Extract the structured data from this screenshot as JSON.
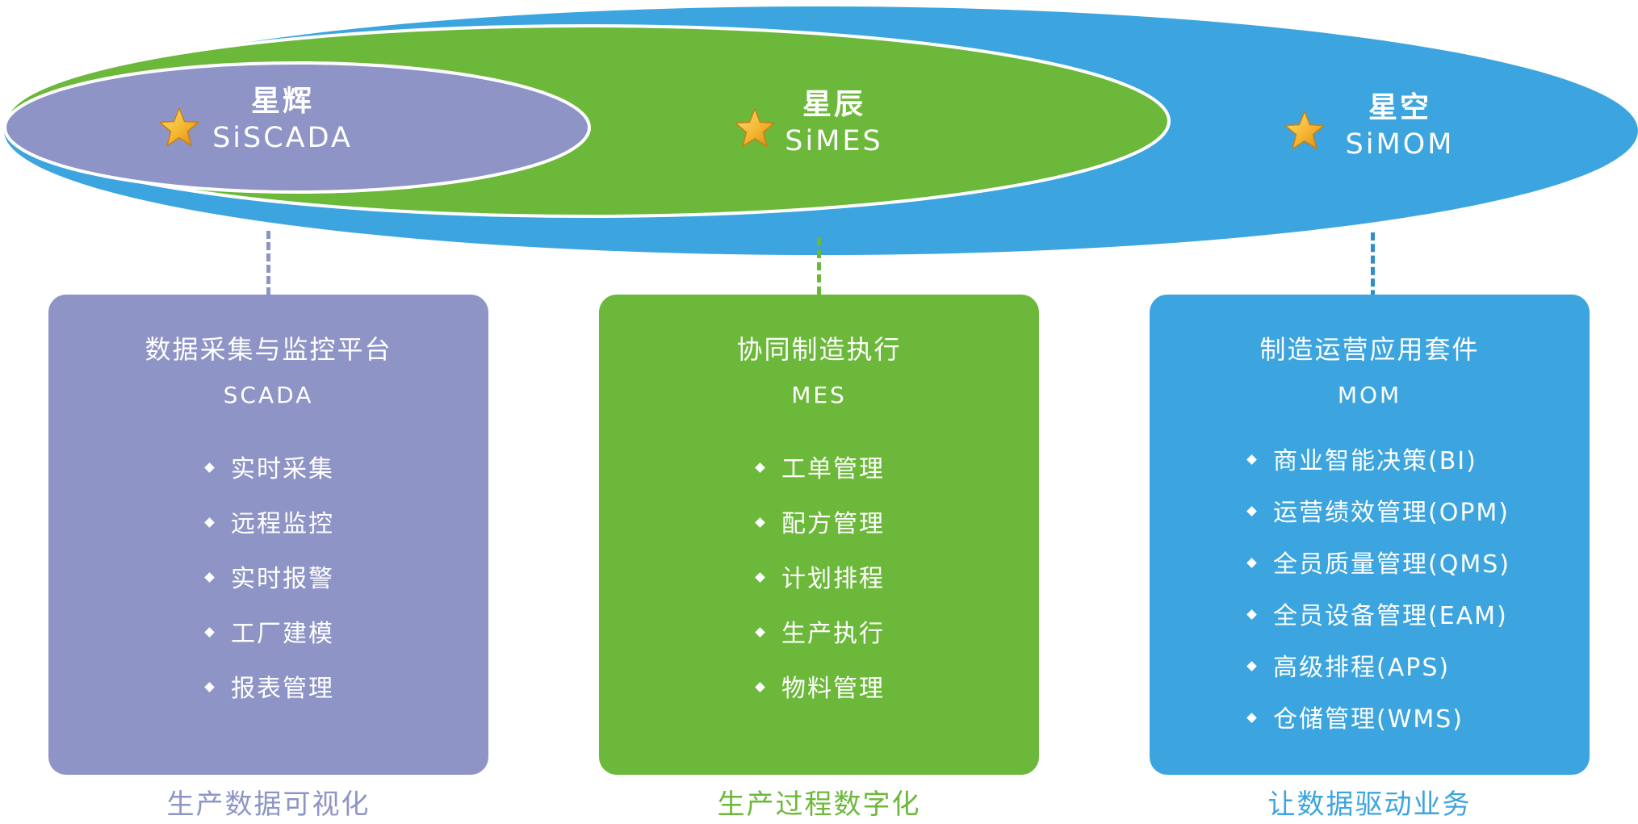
{
  "colors": {
    "scada": "#8E95C6",
    "mes": "#6CB83A",
    "mom": "#3CA5DF",
    "star": "#F3B630",
    "text_on_color": "#FFFFFF"
  },
  "products": [
    {
      "name_cn": "星辉",
      "name_en": "SiSCADA",
      "icon": "gold-star-icon"
    },
    {
      "name_cn": "星辰",
      "name_en": "SiMES",
      "icon": "gold-star-icon"
    },
    {
      "name_cn": "星空",
      "name_en": "SiMOM",
      "icon": "gold-star-icon"
    }
  ],
  "cards": [
    {
      "title": "数据采集与监控平台",
      "abbr": "SCADA",
      "items": [
        "实时采集",
        "远程监控",
        "实时报警",
        "工厂建模",
        "报表管理"
      ],
      "caption": "生产数据可视化"
    },
    {
      "title": "协同制造执行",
      "abbr": "MES",
      "items": [
        "工单管理",
        "配方管理",
        "计划排程",
        "生产执行",
        "物料管理"
      ],
      "caption": "生产过程数字化"
    },
    {
      "title": "制造运营应用套件",
      "abbr": "MOM",
      "items": [
        "商业智能决策(BI)",
        "运营绩效管理(OPM)",
        "全员质量管理(QMS)",
        "全员设备管理(EAM)",
        "高级排程(APS)",
        "仓储管理(WMS)"
      ],
      "caption": "让数据驱动业务"
    }
  ]
}
